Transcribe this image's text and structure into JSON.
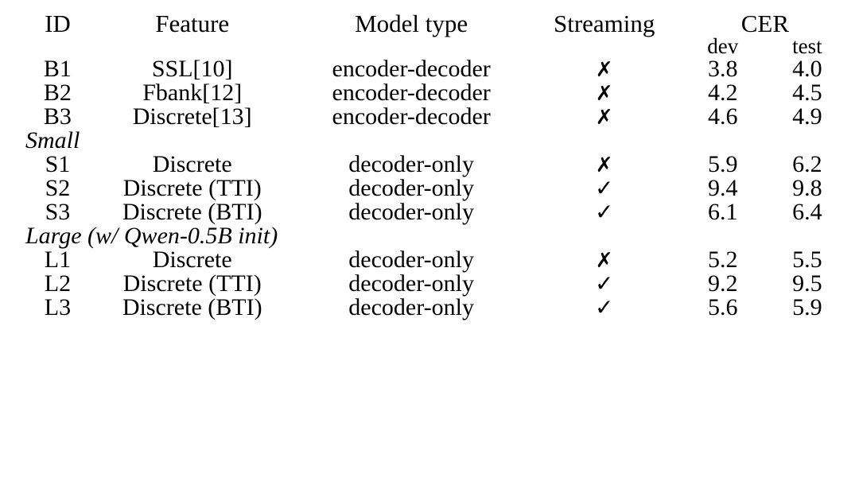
{
  "table": {
    "headers": {
      "id": "ID",
      "feature": "Feature",
      "model_type": "Model type",
      "streaming": "Streaming",
      "cer_group": "CER",
      "cer_dev": "dev",
      "cer_test": "test"
    },
    "marks": {
      "yes": "✓",
      "no": "✗"
    },
    "sections": [
      {
        "label": null,
        "rows": [
          {
            "id": "B1",
            "feature": "SSL[10]",
            "model_type": "encoder-decoder",
            "streaming": "✗",
            "dev": "3.8",
            "test": "4.0"
          },
          {
            "id": "B2",
            "feature": "Fbank[12]",
            "model_type": "encoder-decoder",
            "streaming": "✗",
            "dev": "4.2",
            "test": "4.5"
          },
          {
            "id": "B3",
            "feature": "Discrete[13]",
            "model_type": "encoder-decoder",
            "streaming": "✗",
            "dev": "4.6",
            "test": "4.9"
          }
        ]
      },
      {
        "label": "Small",
        "rows": [
          {
            "id": "S1",
            "feature": "Discrete",
            "model_type": "decoder-only",
            "streaming": "✗",
            "dev": "5.9",
            "test": "6.2"
          },
          {
            "id": "S2",
            "feature": "Discrete (TTI)",
            "model_type": "decoder-only",
            "streaming": "✓",
            "dev": "9.4",
            "test": "9.8"
          },
          {
            "id": "S3",
            "feature": "Discrete (BTI)",
            "model_type": "decoder-only",
            "streaming": "✓",
            "dev": "6.1",
            "test": "6.4"
          }
        ]
      },
      {
        "label": "Large (w/ Qwen-0.5B init)",
        "rows": [
          {
            "id": "L1",
            "feature": "Discrete",
            "model_type": "decoder-only",
            "streaming": "✗",
            "dev": "5.2",
            "test": "5.5"
          },
          {
            "id": "L2",
            "feature": "Discrete (TTI)",
            "model_type": "decoder-only",
            "streaming": "✓",
            "dev": "9.2",
            "test": "9.5"
          },
          {
            "id": "L3",
            "feature": "Discrete (BTI)",
            "model_type": "decoder-only",
            "streaming": "✓",
            "dev": "5.6",
            "test": "5.9"
          }
        ]
      }
    ]
  }
}
